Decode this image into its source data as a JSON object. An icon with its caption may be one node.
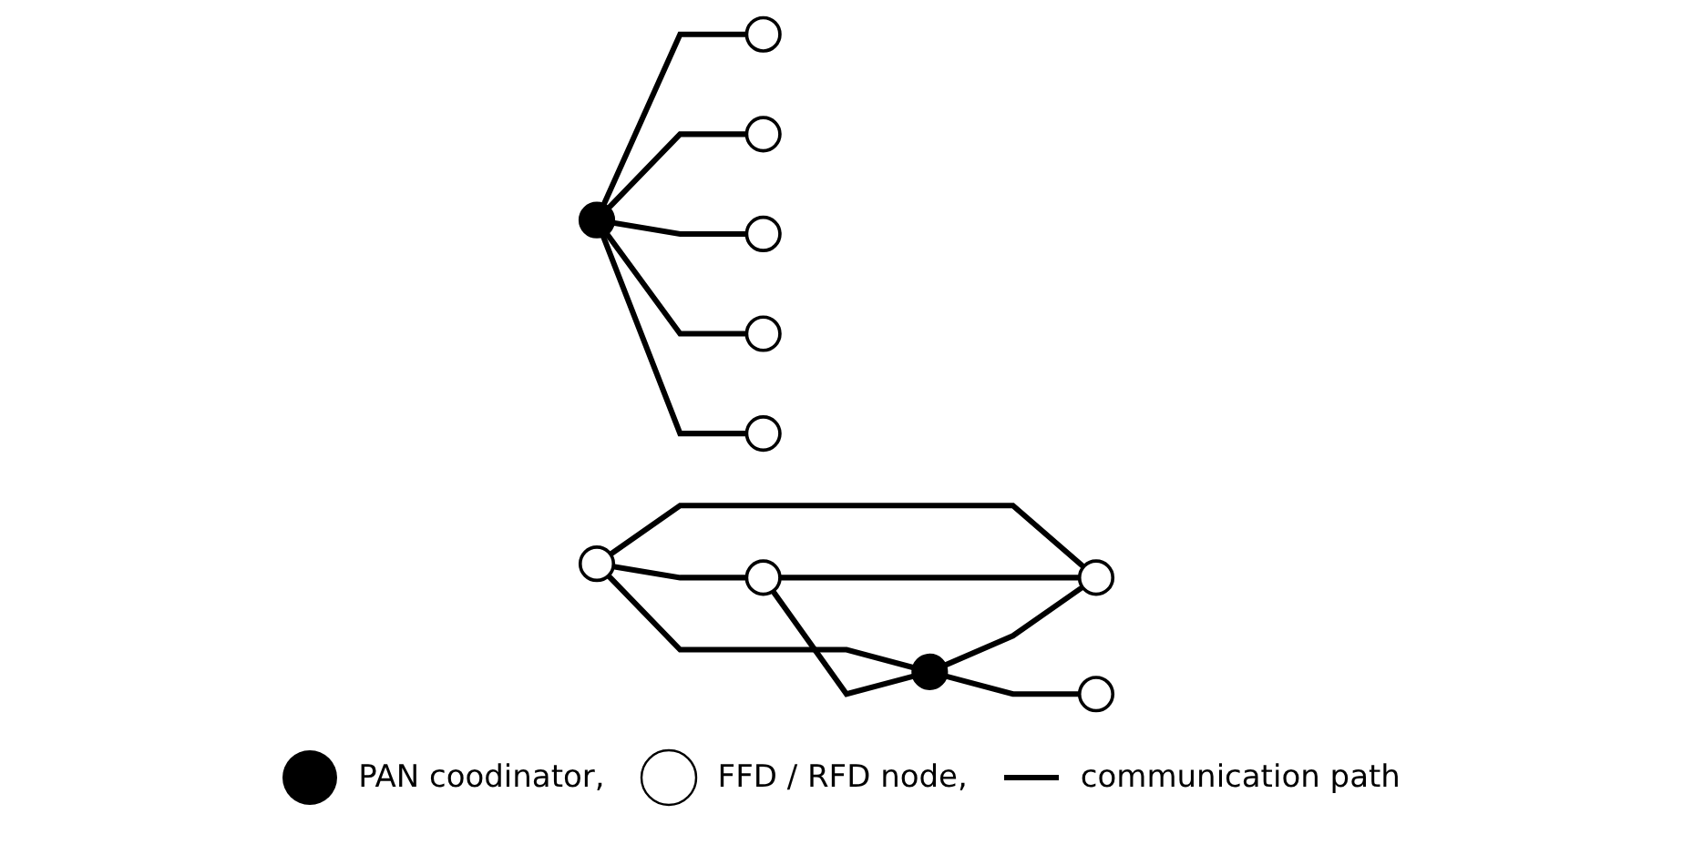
{
  "diagram": {
    "nodes": [
      {
        "text": [],
        "shape": "circle"
      },
      {
        "text": [],
        "shape": "circle"
      },
      {
        "text": [],
        "shape": "circle"
      },
      {
        "text": [],
        "shape": "circle"
      },
      {
        "text": [],
        "shape": "circle"
      },
      {
        "text": [],
        "shape": "circle"
      },
      {
        "text": [],
        "shape": "circle"
      },
      {
        "text": [],
        "shape": "circle"
      },
      {
        "text": [],
        "shape": "circle"
      },
      {
        "text": [],
        "shape": "circle"
      },
      {
        "text": [],
        "shape": "circle"
      }
    ],
    "edges": [
      {
        "from": 2,
        "to": 1,
        "arrow": "none"
      },
      {
        "from": 2,
        "to": 4,
        "arrow": "none"
      },
      {
        "from": 2,
        "to": 0,
        "arrow": "none"
      },
      {
        "from": 2,
        "to": 5,
        "arrow": "none"
      },
      {
        "from": 2,
        "to": 3,
        "arrow": "none"
      },
      {
        "from": 6,
        "to": 7,
        "arrow": "none"
      },
      {
        "from": 6,
        "to": 9,
        "arrow": "none"
      },
      {
        "from": 6,
        "to": 8,
        "arrow": "none"
      },
      {
        "from": 7,
        "to": 8,
        "arrow": "none"
      },
      {
        "from": 7,
        "to": 9,
        "arrow": "none"
      },
      {
        "from": 9,
        "to": 8,
        "arrow": "none"
      },
      {
        "from": 9,
        "to": 10,
        "arrow": "none"
      }
    ],
    "legend": [
      {
        "text": "PAN coodinator,"
      },
      {
        "text": "FFD / RFD node,"
      },
      {
        "text": "communication path"
      }
    ]
  }
}
